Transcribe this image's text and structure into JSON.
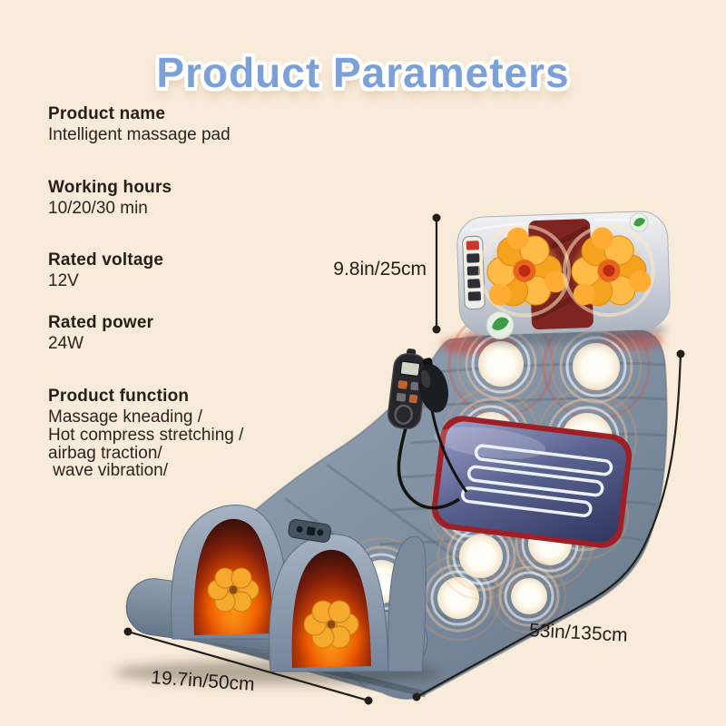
{
  "title": {
    "text": "Product Parameters"
  },
  "specs": [
    {
      "label": "Product name",
      "lines": [
        "Intelligent massage pad"
      ]
    },
    {
      "label": "Working hours",
      "lines": [
        "10/20/30 min"
      ]
    },
    {
      "label": "Rated voltage",
      "lines": [
        "12V"
      ]
    },
    {
      "label": "Rated power",
      "lines": [
        "24W"
      ]
    },
    {
      "label": "Product function",
      "lines": [
        "Massage kneading /",
        "Hot compress stretching /",
        "airbag traction/",
        " wave vibration/"
      ]
    }
  ],
  "dimensions": {
    "pillow_height": "9.8in/25cm",
    "mat_length": "53in/135cm",
    "mat_width": "19.7in/50cm"
  },
  "colors": {
    "background": "#F8EBD9",
    "title_blue": "#7CA0D8",
    "text_dark": "#241F1A",
    "dimension_line": "#221E19",
    "mat_gray": "#8494A6",
    "pillow_panel_red": "#7E2521",
    "heating_pad_navy": "#3A4370",
    "heating_pad_border_red": "#A8232A",
    "massage_head_orange": "#F5A425",
    "foot_glow_orange": "#FF7A00"
  }
}
